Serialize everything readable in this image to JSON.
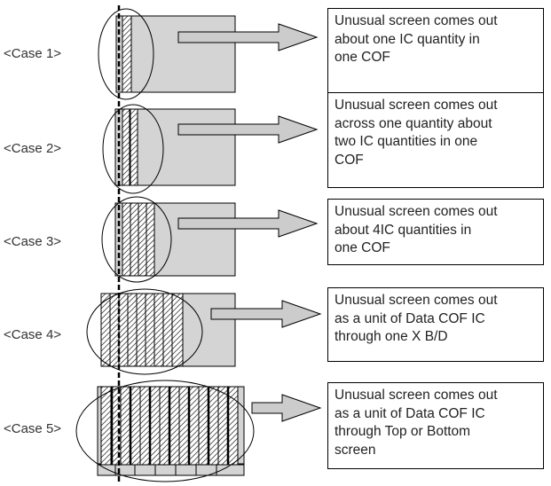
{
  "colors": {
    "panel_fill": "#d4d4d4",
    "outline": "#000000",
    "hatch": "#444444",
    "background": "#ffffff"
  },
  "cases": [
    {
      "label": "<Case 1>",
      "description": [
        "Unusual screen comes out",
        "about one IC quantity in",
        "one COF"
      ]
    },
    {
      "label": "<Case 2>",
      "description": [
        "Unusual screen comes out",
        "across one quantity about",
        "two IC quantities in one",
        "COF"
      ]
    },
    {
      "label": "<Case 3>",
      "description": [
        "Unusual screen comes out",
        "about 4IC quantities in",
        "one COF"
      ]
    },
    {
      "label": "<Case 4>",
      "description": [
        "Unusual screen comes out",
        "as a unit of Data COF IC",
        "through one X B/D"
      ]
    },
    {
      "label": "<Case 5>",
      "description": [
        "Unusual screen comes out",
        "as a unit of Data COF IC",
        "through Top or Bottom",
        "screen"
      ]
    }
  ]
}
